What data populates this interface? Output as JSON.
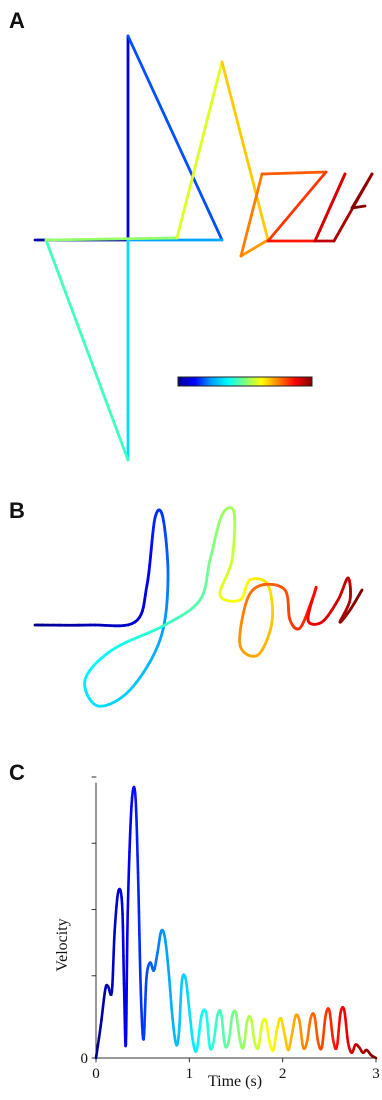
{
  "panels": {
    "a": {
      "letter": "A"
    },
    "b": {
      "letter": "B"
    },
    "c": {
      "letter": "C"
    }
  },
  "colorbar": {
    "colors": [
      "#00008f",
      "#0000ff",
      "#00a0ff",
      "#00ffff",
      "#80ff80",
      "#ffff00",
      "#ff8000",
      "#ff0000",
      "#800000"
    ]
  },
  "chart_data": {
    "type": "line",
    "xlabel": "Time (s)",
    "ylabel": "Velocity",
    "xlim": [
      0,
      3
    ],
    "ylim": [
      0,
      1
    ],
    "x_ticks": [
      "0",
      "1",
      "2",
      "3"
    ],
    "y_ticks": [
      "0"
    ],
    "grid": false,
    "colormap": "jet",
    "x": [
      0,
      0.05,
      0.1,
      0.13,
      0.17,
      0.2,
      0.24,
      0.28,
      0.3,
      0.32,
      0.34,
      0.38,
      0.42,
      0.45,
      0.48,
      0.51,
      0.54,
      0.58,
      0.62,
      0.66,
      0.7,
      0.74,
      0.78,
      0.82,
      0.86,
      0.89,
      0.92,
      0.96,
      1.0,
      1.04,
      1.08,
      1.13,
      1.18,
      1.22,
      1.26,
      1.3,
      1.34,
      1.38,
      1.42,
      1.46,
      1.5,
      1.54,
      1.58,
      1.62,
      1.66,
      1.7,
      1.74,
      1.78,
      1.82,
      1.86,
      1.9,
      1.94,
      1.98,
      2.02,
      2.06,
      2.1,
      2.14,
      2.18,
      2.22,
      2.26,
      2.3,
      2.34,
      2.38,
      2.42,
      2.46,
      2.5,
      2.54,
      2.58,
      2.62,
      2.66,
      2.7,
      2.74,
      2.78,
      2.82,
      2.86,
      2.9,
      2.95,
      3.0
    ],
    "y": [
      0.0,
      0.12,
      0.26,
      0.27,
      0.25,
      0.48,
      0.63,
      0.58,
      0.28,
      0.05,
      0.55,
      0.95,
      1.0,
      0.7,
      0.25,
      0.07,
      0.3,
      0.36,
      0.33,
      0.4,
      0.48,
      0.45,
      0.32,
      0.15,
      0.05,
      0.1,
      0.29,
      0.3,
      0.18,
      0.06,
      0.03,
      0.16,
      0.17,
      0.04,
      0.06,
      0.16,
      0.17,
      0.05,
      0.06,
      0.16,
      0.17,
      0.07,
      0.04,
      0.14,
      0.15,
      0.06,
      0.04,
      0.13,
      0.14,
      0.06,
      0.03,
      0.11,
      0.15,
      0.09,
      0.03,
      0.09,
      0.16,
      0.14,
      0.04,
      0.06,
      0.15,
      0.16,
      0.06,
      0.04,
      0.16,
      0.18,
      0.07,
      0.04,
      0.17,
      0.18,
      0.06,
      0.02,
      0.05,
      0.04,
      0.02,
      0.03,
      0.01,
      0.0
    ]
  }
}
